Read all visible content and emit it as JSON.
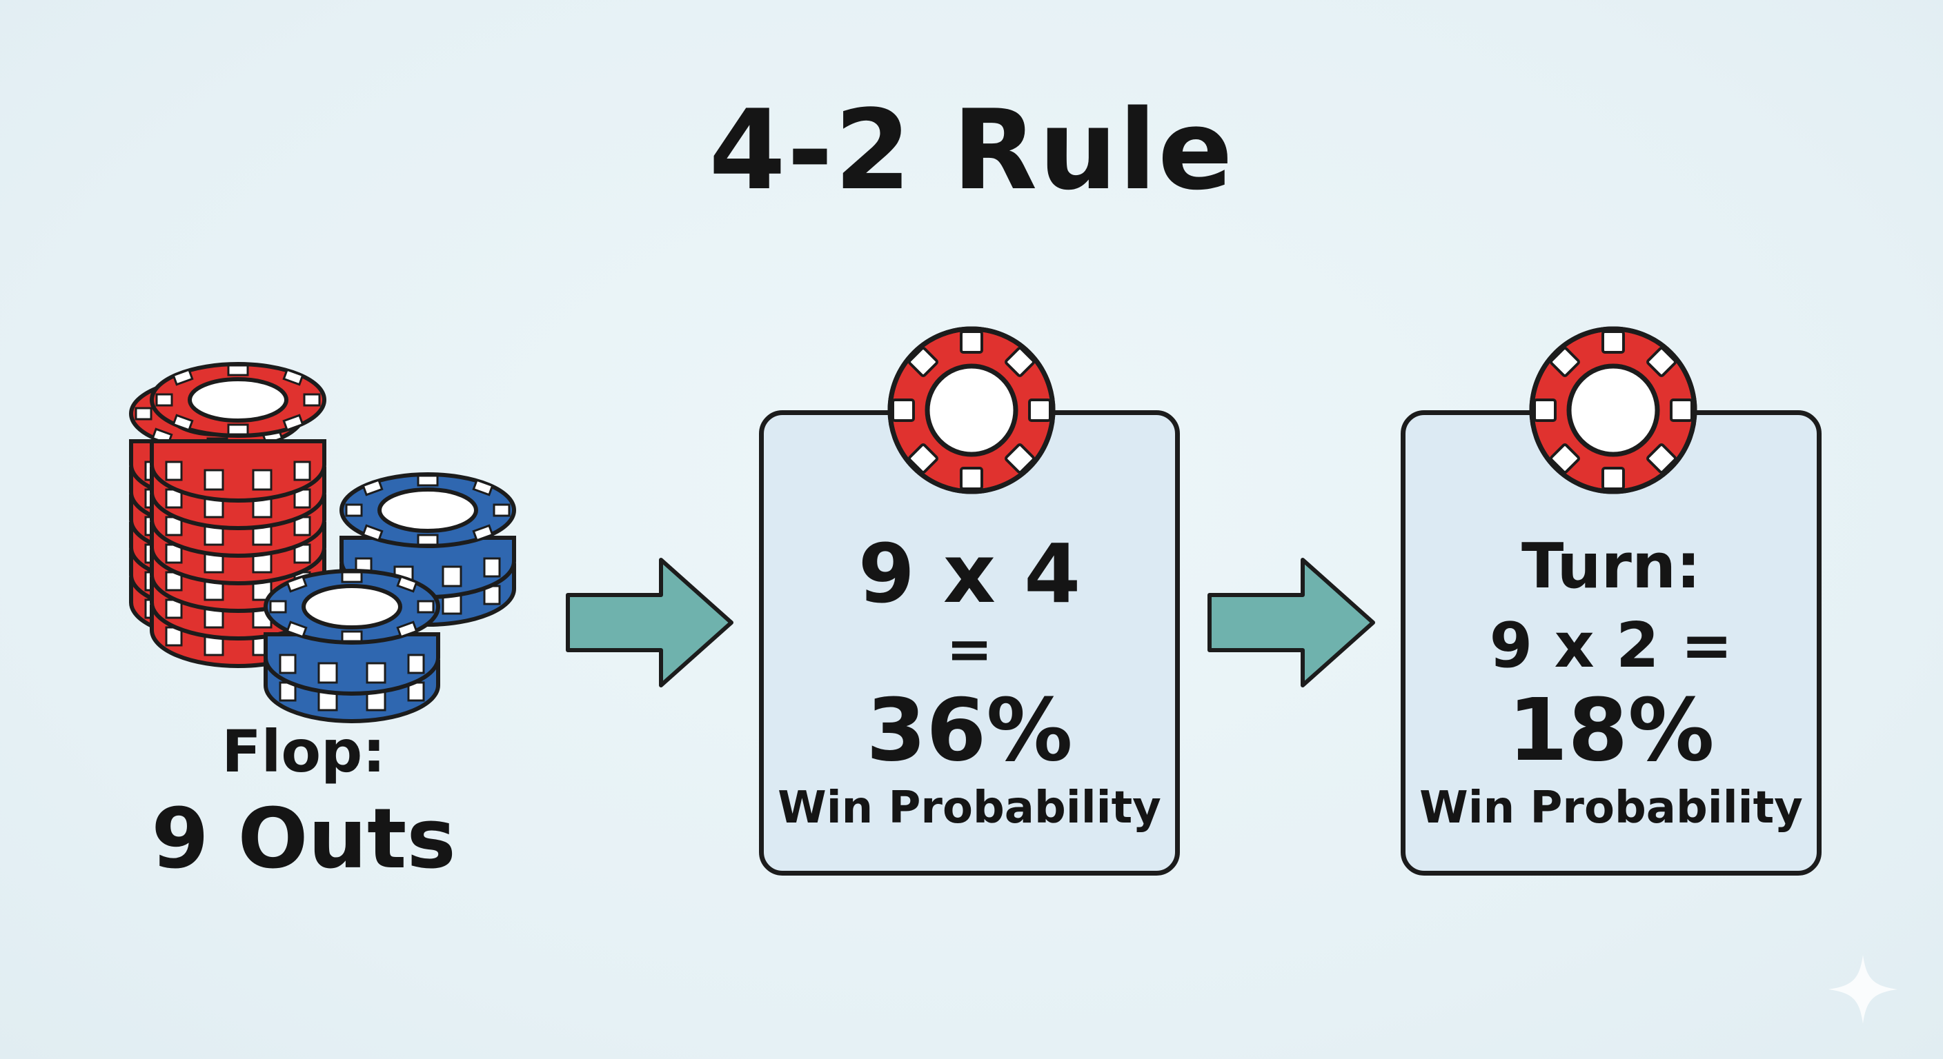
{
  "title": "4-2 Rule",
  "flop": {
    "line1": "Flop:",
    "line2": "9 Outs"
  },
  "card1": {
    "expression": "9 x 4",
    "equals": "=",
    "result": "36%",
    "label": "Win Probability"
  },
  "card2": {
    "heading": "Turn:",
    "expression": "9 x 2 =",
    "result": "18%",
    "label": "Win Probability"
  },
  "colors": {
    "background": "#e9f3f7",
    "chip_red": "#e0322f",
    "chip_blue": "#2f67b0",
    "arrow": "#6fb2ad",
    "card_fill": "#dceaf3",
    "outline": "#1c1c1c"
  },
  "icons": [
    "poker-chip-stack-icon",
    "poker-chip-icon",
    "right-arrow-icon",
    "sparkle-icon"
  ]
}
